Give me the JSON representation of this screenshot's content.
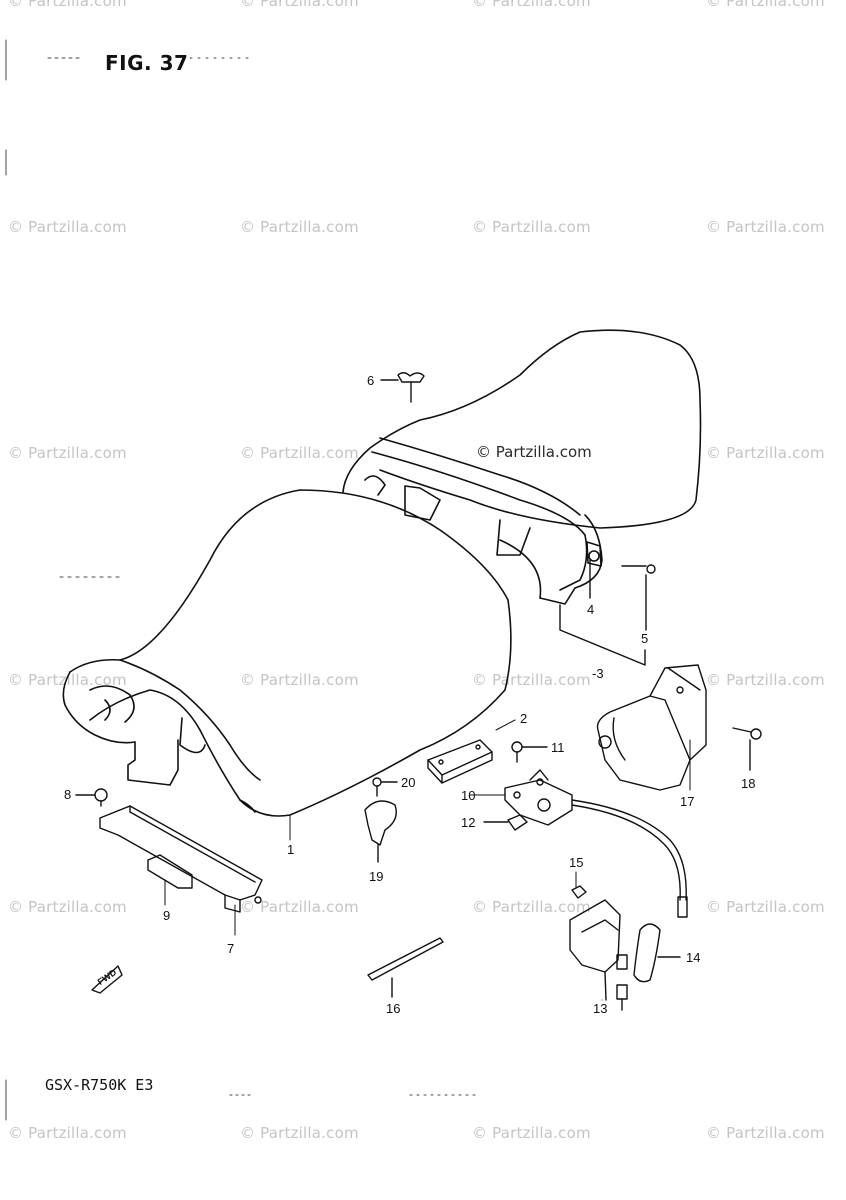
{
  "figure": {
    "title": "FIG. 37",
    "model_code": "GSX-R750K E3",
    "fwd_marker": "FWD"
  },
  "watermarks": {
    "text": "© Partzilla.com",
    "center_text": "© Partzilla.com"
  },
  "callouts": [
    "1",
    "2",
    "-3",
    "4",
    "5",
    "6",
    "7",
    "8",
    "9",
    "10",
    "11",
    "12",
    "13",
    "14",
    "15",
    "16",
    "17",
    "18",
    "19",
    "20"
  ]
}
